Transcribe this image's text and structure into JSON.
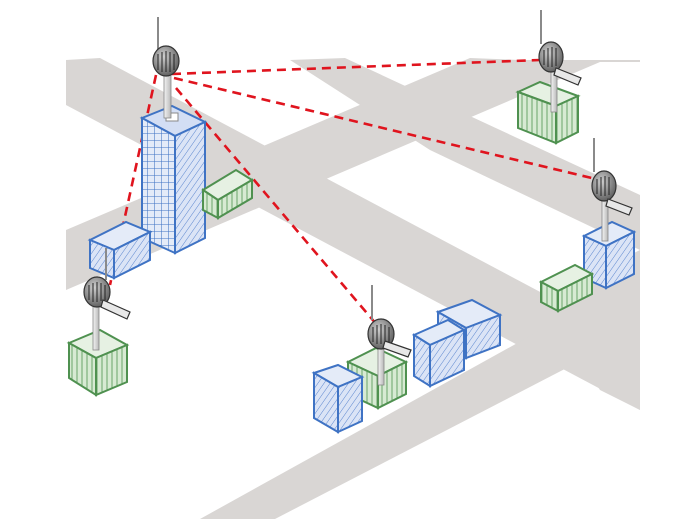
{
  "diagram": {
    "type": "wireless-network-topology",
    "colors": {
      "road": "#d9d6d4",
      "link": "#e0141e",
      "building_blue_fill": "#dfe6f6",
      "building_blue_stroke": "#3f73c4",
      "building_green_fill": "#dcecd8",
      "building_green_stroke": "#4f9150",
      "radio": "#7a7a7a",
      "pole": "#cfcfcf"
    },
    "hub": {
      "name": "central-tower-radio",
      "icon": "antenna-radio-icon"
    },
    "nodes": [
      {
        "name": "node-top-right",
        "icon": "radio-camera-icon"
      },
      {
        "name": "node-right",
        "icon": "radio-camera-icon"
      },
      {
        "name": "node-center",
        "icon": "radio-camera-icon"
      },
      {
        "name": "node-left",
        "icon": "radio-camera-icon"
      }
    ],
    "links": [
      {
        "from": "central-tower-radio",
        "to": "node-top-right"
      },
      {
        "from": "central-tower-radio",
        "to": "node-right"
      },
      {
        "from": "central-tower-radio",
        "to": "node-center"
      },
      {
        "from": "central-tower-radio",
        "to": "node-left"
      }
    ]
  }
}
